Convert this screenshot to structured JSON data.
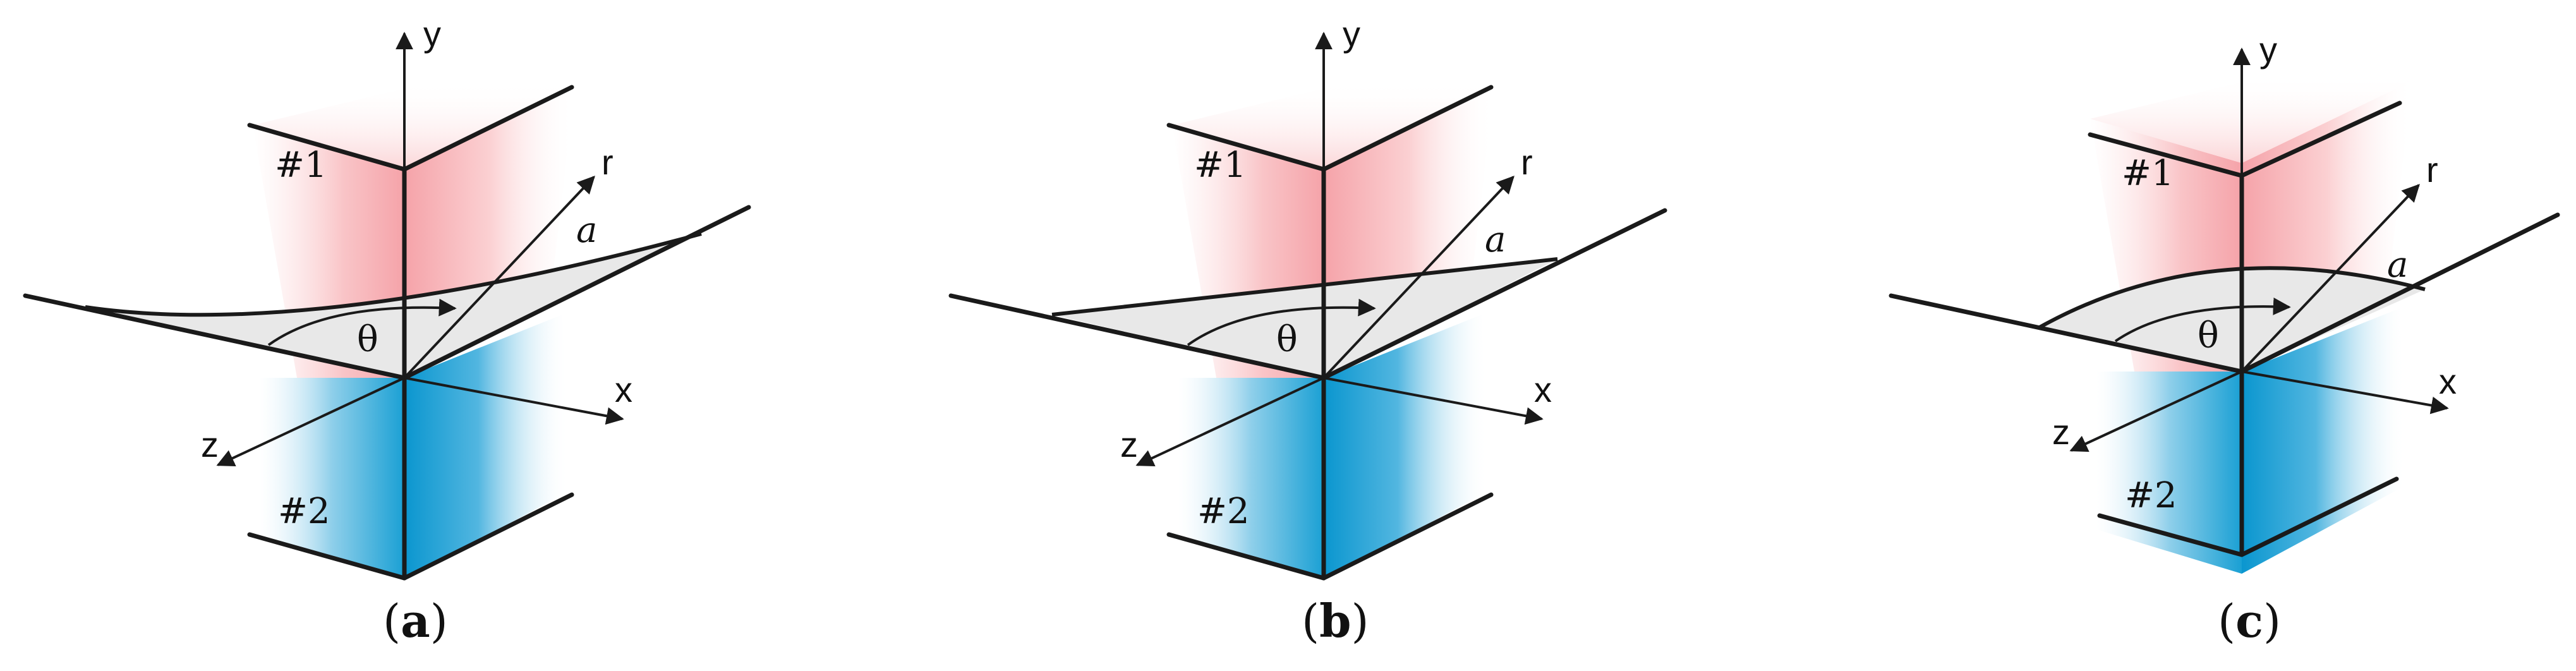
{
  "panels": [
    {
      "id": "a",
      "caption": "a",
      "labels": {
        "y": "y",
        "x": "x",
        "z": "z",
        "r": "r",
        "a": "a",
        "theta": "θ",
        "region_top": "#1",
        "region_bottom": "#2"
      }
    },
    {
      "id": "b",
      "caption": "b",
      "labels": {
        "y": "y",
        "x": "x",
        "z": "z",
        "r": "r",
        "a": "a",
        "theta": "θ",
        "region_top": "#1",
        "region_bottom": "#2"
      }
    },
    {
      "id": "c",
      "caption": "c",
      "labels": {
        "y": "y",
        "x": "x",
        "z": "z",
        "r": "r",
        "a": "a",
        "theta": "θ",
        "region_top": "#1",
        "region_bottom": "#2"
      }
    }
  ],
  "colors": {
    "region_top": "#f7a8ad",
    "region_bottom": "#1aa0d4",
    "sheet": "#e6e6e6",
    "lines": "#1a1a1a"
  }
}
